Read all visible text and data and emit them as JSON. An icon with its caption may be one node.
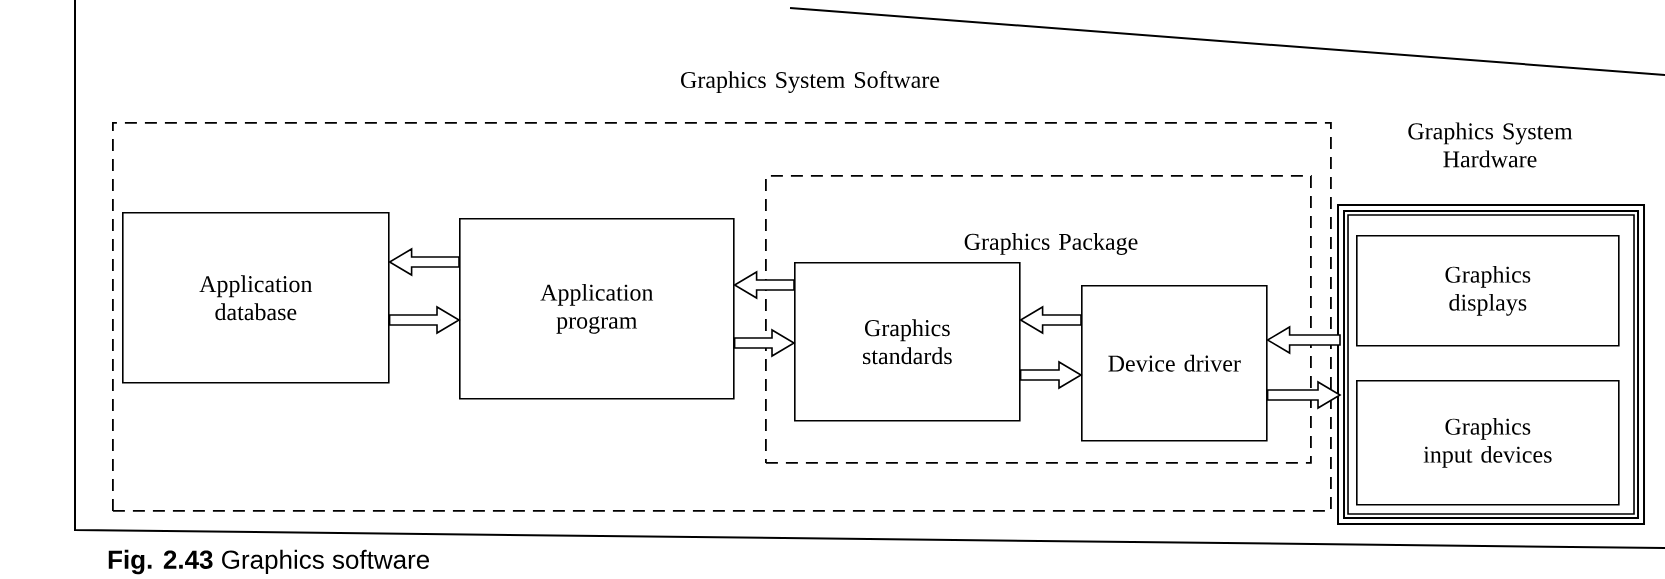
{
  "diagram": {
    "caption": "**Fig. 2.43** Graphics software",
    "nodes": [
      {
        "text": [
          "Graphics System Software"
        ]
      },
      {
        "text": [
          "Application database"
        ],
        "in": 0
      },
      {
        "text": [
          "Application program"
        ],
        "in": 0
      },
      {
        "text": [
          "Graphics Package"
        ],
        "in": 0
      },
      {
        "text": [
          "Graphics standards"
        ],
        "in": 3
      },
      {
        "text": [
          "Device driver"
        ],
        "in": 3
      },
      {
        "text": [
          "Graphics System Hardware"
        ]
      },
      {
        "text": [
          "Graphics displays"
        ],
        "in": 6
      },
      {
        "text": [
          "Graphics input devices"
        ],
        "in": 6
      }
    ],
    "edges": [
      {
        "from": 2,
        "to": 1,
        "arrow": "to"
      },
      {
        "from": 1,
        "to": 2,
        "arrow": "to"
      },
      {
        "from": 4,
        "to": 2,
        "arrow": "to"
      },
      {
        "from": 2,
        "to": 4,
        "arrow": "to"
      },
      {
        "from": 5,
        "to": 4,
        "arrow": "to"
      },
      {
        "from": 4,
        "to": 5,
        "arrow": "to"
      },
      {
        "from": 6,
        "to": 5,
        "arrow": "to"
      },
      {
        "from": 5,
        "to": 6,
        "arrow": "to"
      }
    ]
  }
}
